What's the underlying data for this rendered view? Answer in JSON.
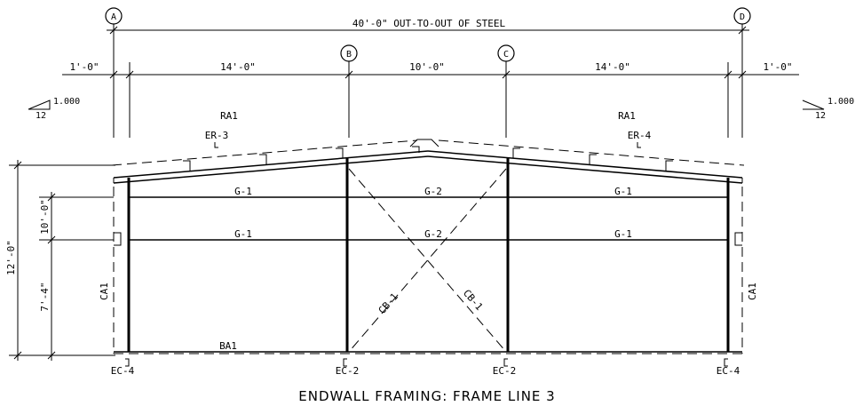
{
  "grid_lines": {
    "a": "A",
    "b": "B",
    "c": "C",
    "d": "D"
  },
  "dimensions": {
    "overall": "40'-0\" OUT-TO-OUT OF STEEL",
    "left_offset": "1'-0\"",
    "bay_1": "14'-0\"",
    "bay_2": "10'-0\"",
    "bay_3": "14'-0\"",
    "right_offset": "1'-0\"",
    "eave_height": "12'-0\"",
    "upper_girt_spacing": "10'-0\"",
    "lower_girt_spacing": "7'-4\""
  },
  "slopes": {
    "left": {
      "rise": "1.000",
      "run": "12"
    },
    "right": {
      "rise": "1.000",
      "run": "12"
    }
  },
  "rafters": {
    "left_label": "RA1",
    "right_label": "RA1",
    "left_mark": "ER-3",
    "right_mark": "ER-4"
  },
  "girts": {
    "upper": [
      "G-1",
      "G-2",
      "G-1"
    ],
    "lower": [
      "G-1",
      "G-2",
      "G-1"
    ]
  },
  "bracing": {
    "left": "CB-1",
    "right": "CB-1"
  },
  "base_angle": "BA1",
  "corner_angles": {
    "left": "CA1",
    "right": "CA1"
  },
  "columns": [
    "EC-4",
    "EC-2",
    "EC-2",
    "EC-4"
  ],
  "title": "ENDWALL FRAMING: FRAME LINE 3"
}
